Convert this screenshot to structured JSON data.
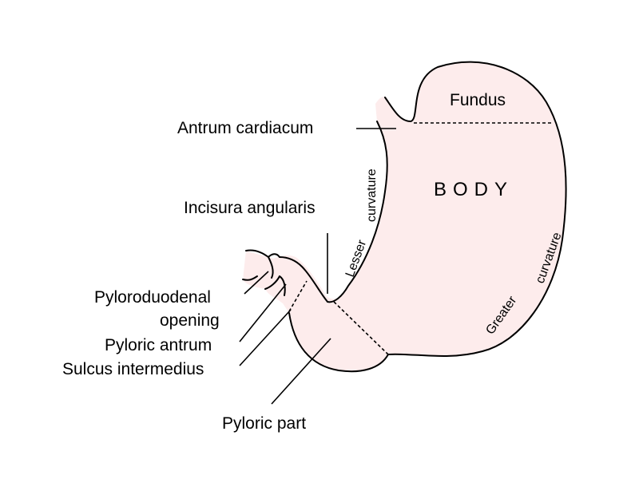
{
  "labels": {
    "fundus": "Fundus",
    "antrum_cardiacum": "Antrum cardiacum",
    "body": "BODY",
    "incisura_angularis": "Incisura angularis",
    "lesser_curvature_1": "Lesser",
    "lesser_curvature_2": "curvature",
    "greater_curvature_1": "Greater",
    "greater_curvature_2": "curvature",
    "pyloroduodenal_1": "Pyloroduodenal",
    "pyloroduodenal_2": "opening",
    "pyloric_antrum": "Pyloric antrum",
    "sulcus_intermedius": "Sulcus intermedius",
    "pyloric_part": "Pyloric part"
  },
  "colors": {
    "fill": "#fdecec",
    "stroke": "#000000",
    "text": "#000000"
  }
}
